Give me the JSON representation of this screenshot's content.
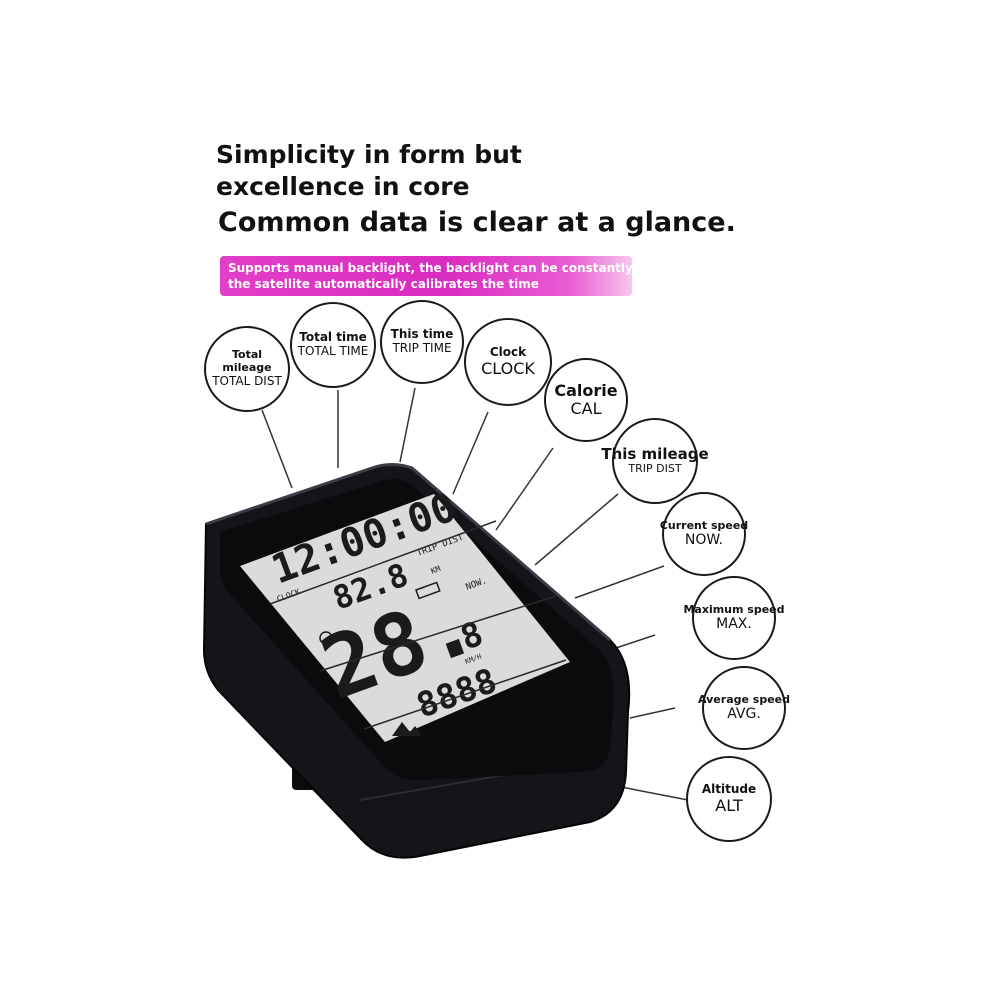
{
  "headline": {
    "line1": "Simplicity in form but",
    "line2": "excellence in core",
    "line3": "Common data is clear at a glance."
  },
  "banner": {
    "line1": "Supports manual backlight, the backlight can be constantly lit, and",
    "line2": "the satellite automatically calibrates the time"
  },
  "bubbles": {
    "total_dist": {
      "label": "Total mileage",
      "code": "TOTAL DIST"
    },
    "total_time": {
      "label": "Total time",
      "code": "TOTAL TIME"
    },
    "trip_time": {
      "label": "This time",
      "code": "TRIP TIME"
    },
    "clock": {
      "label": "Clock",
      "code": "CLOCK"
    },
    "calorie": {
      "label": "Calorie",
      "code": "CAL"
    },
    "trip_dist": {
      "label": "This mileage",
      "code": "TRIP DIST"
    },
    "now": {
      "label": "Current speed",
      "code": "NOW."
    },
    "max": {
      "label": "Maximum speed",
      "code": "MAX."
    },
    "avg": {
      "label": "Average speed",
      "code": "AVG."
    },
    "alt": {
      "label": "Altitude",
      "code": "ALT"
    }
  },
  "screen": {
    "time": "12:00:00",
    "trip_dist_label": "TRIP DIST",
    "km_label": "KM",
    "clock_label": "CLOCK",
    "distance": "82.8",
    "now_label": "NOW.",
    "speed_main": "28.",
    "speed_decimal": "8",
    "speed_unit": "KM/H",
    "bottom_value": "8888"
  },
  "colors": {
    "banner": "#e33ec8",
    "device_body": "#151519",
    "lcd_background": "#d9dcd8"
  }
}
